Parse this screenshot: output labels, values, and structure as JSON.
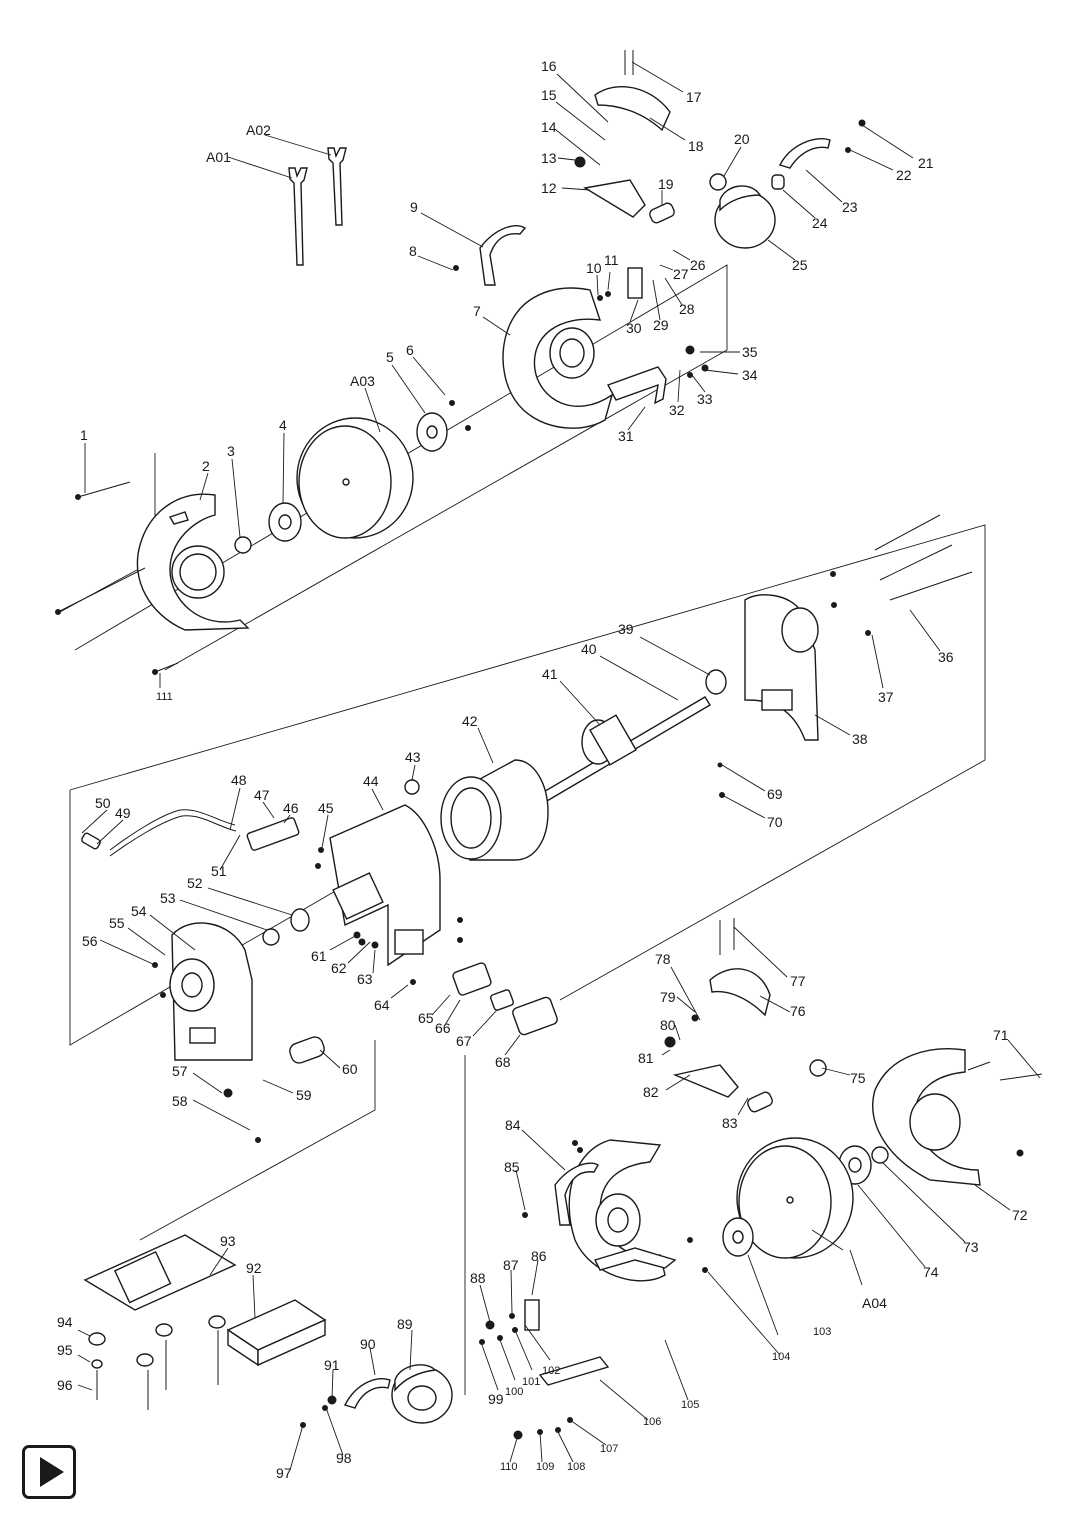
{
  "diagram": {
    "labels": {
      "A01": "A01",
      "A02": "A02",
      "A03": "A03",
      "A04": "A04",
      "p1": "1",
      "p2": "2",
      "p3": "3",
      "p4": "4",
      "p5": "5",
      "p6": "6",
      "p7": "7",
      "p8": "8",
      "p9": "9",
      "p10": "10",
      "p11": "11",
      "p12": "12",
      "p13": "13",
      "p14": "14",
      "p15": "15",
      "p16": "16",
      "p17": "17",
      "p18": "18",
      "p19": "19",
      "p20": "20",
      "p21": "21",
      "p22": "22",
      "p23": "23",
      "p24": "24",
      "p25": "25",
      "p26": "26",
      "p27": "27",
      "p28": "28",
      "p29": "29",
      "p30": "30",
      "p31": "31",
      "p32": "32",
      "p33": "33",
      "p34": "34",
      "p35": "35",
      "p36": "36",
      "p37": "37",
      "p38": "38",
      "p39": "39",
      "p40": "40",
      "p41": "41",
      "p42": "42",
      "p43": "43",
      "p44": "44",
      "p45": "45",
      "p46": "46",
      "p47": "47",
      "p48": "48",
      "p49": "49",
      "p50": "50",
      "p51": "51",
      "p52": "52",
      "p53": "53",
      "p54": "54",
      "p55": "55",
      "p56": "56",
      "p57": "57",
      "p58": "58",
      "p59": "59",
      "p60": "60",
      "p61": "61",
      "p62": "62",
      "p63": "63",
      "p64": "64",
      "p65": "65",
      "p66": "66",
      "p67": "67",
      "p68": "68",
      "p69": "69",
      "p70": "70",
      "p71": "71",
      "p72": "72",
      "p73": "73",
      "p74": "74",
      "p75": "75",
      "p76": "76",
      "p77": "77",
      "p78": "78",
      "p79": "79",
      "p80": "80",
      "p81": "81",
      "p82": "82",
      "p83": "83",
      "p84": "84",
      "p85": "85",
      "p86": "86",
      "p87": "87",
      "p88": "88",
      "p89": "89",
      "p90": "90",
      "p91": "91",
      "p92": "92",
      "p93": "93",
      "p94": "94",
      "p95": "95",
      "p96": "96",
      "p97": "97",
      "p98": "98",
      "p99": "99",
      "p100": "100",
      "p101": "101",
      "p102": "102",
      "p103": "103",
      "p104": "104",
      "p105": "105",
      "p106": "106",
      "p107": "107",
      "p108": "108",
      "p109": "109",
      "p110": "110",
      "p111": "111"
    }
  },
  "controls": {
    "play_icon": "play-triangle-icon"
  }
}
